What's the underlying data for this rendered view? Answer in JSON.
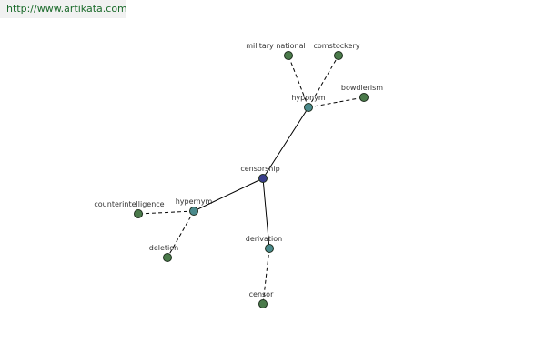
{
  "banner": {
    "url": "http://www.artikata.com"
  },
  "colors": {
    "root": "#3a3e8c",
    "relation": "#4a8a8c",
    "leaf": "#4a7a4a",
    "edge": "#000000",
    "label": "#333333"
  },
  "graph": {
    "root": "censorship",
    "nodes": [
      {
        "id": "censorship",
        "label": "censorship",
        "kind": "root"
      },
      {
        "id": "hyponym",
        "label": "hyponym",
        "kind": "relation"
      },
      {
        "id": "hypernym",
        "label": "hypernym",
        "kind": "relation"
      },
      {
        "id": "derivation",
        "label": "derivation",
        "kind": "relation"
      },
      {
        "id": "military-national",
        "label": "military national",
        "kind": "leaf"
      },
      {
        "id": "comstockery",
        "label": "comstockery",
        "kind": "leaf"
      },
      {
        "id": "bowdlerism",
        "label": "bowdlerism",
        "kind": "leaf"
      },
      {
        "id": "counterintelligence",
        "label": "counterintelligence",
        "kind": "leaf"
      },
      {
        "id": "deletion",
        "label": "deletion",
        "kind": "leaf"
      },
      {
        "id": "censor",
        "label": "censor",
        "kind": "leaf"
      }
    ],
    "edges": [
      {
        "from": "censorship",
        "to": "hyponym",
        "style": "solid"
      },
      {
        "from": "censorship",
        "to": "hypernym",
        "style": "solid"
      },
      {
        "from": "censorship",
        "to": "derivation",
        "style": "solid"
      },
      {
        "from": "hyponym",
        "to": "military-national",
        "style": "dashed"
      },
      {
        "from": "hyponym",
        "to": "comstockery",
        "style": "dashed"
      },
      {
        "from": "hyponym",
        "to": "bowdlerism",
        "style": "dashed"
      },
      {
        "from": "hypernym",
        "to": "counterintelligence",
        "style": "dashed"
      },
      {
        "from": "hypernym",
        "to": "deletion",
        "style": "dashed"
      },
      {
        "from": "derivation",
        "to": "censor",
        "style": "dashed"
      }
    ]
  }
}
